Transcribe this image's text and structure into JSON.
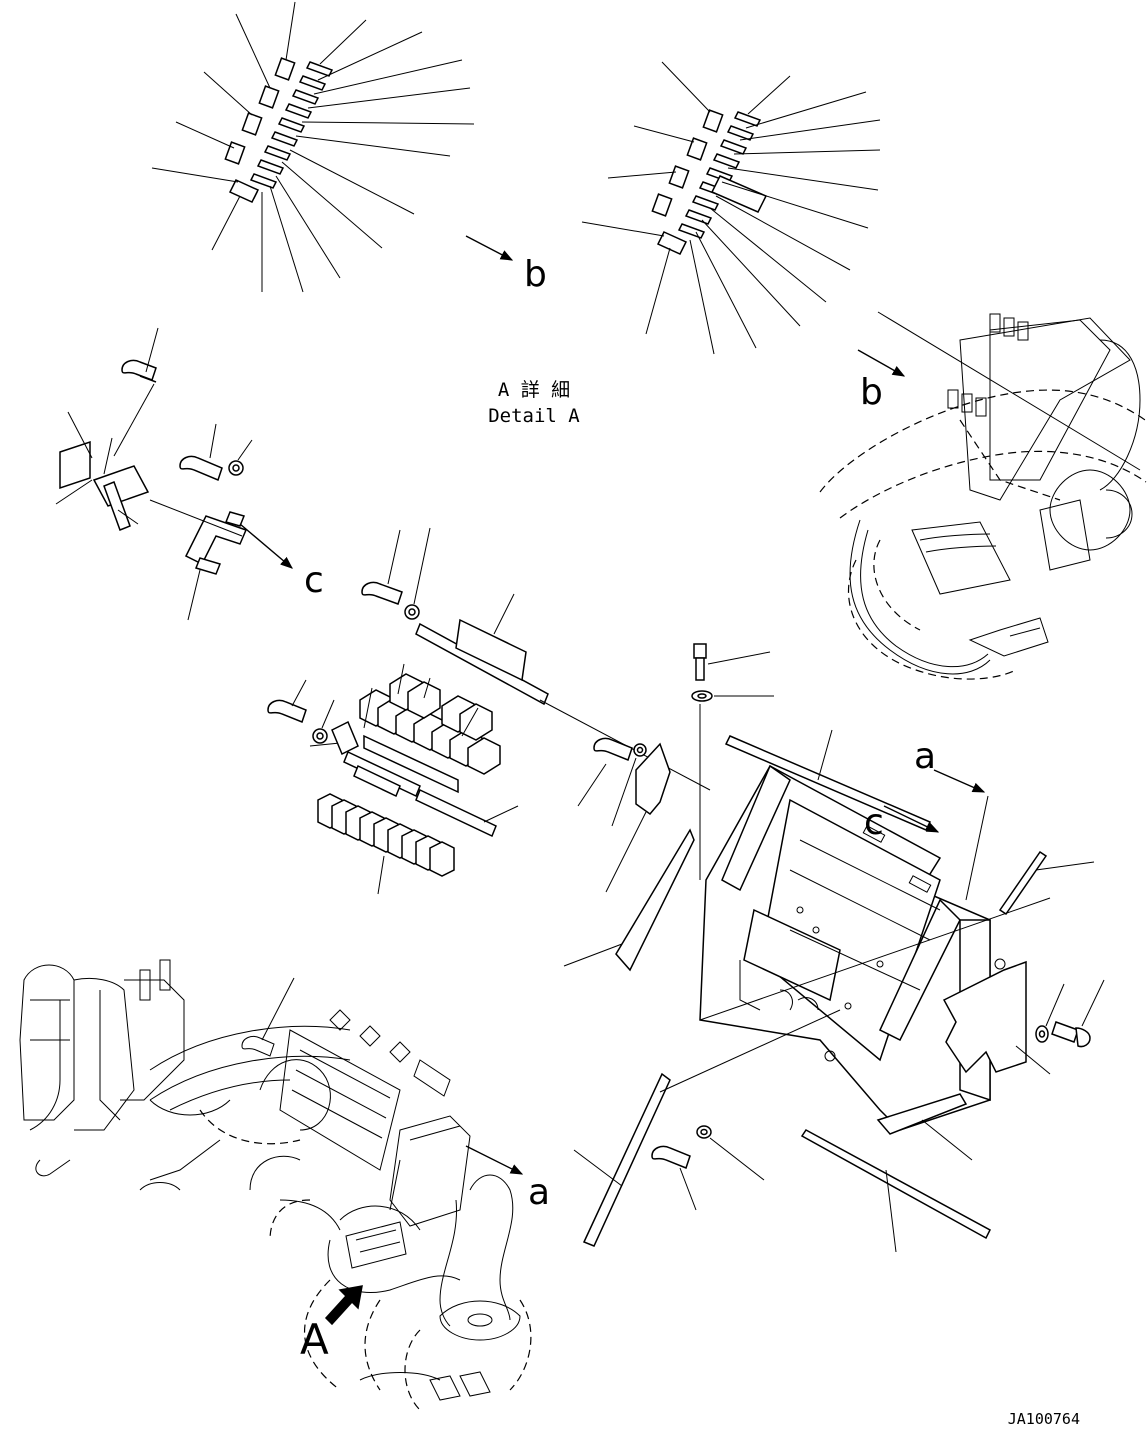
{
  "labels": {
    "detail_jp": "A 詳 細",
    "detail_en": "Detail A",
    "view_b_top": "b",
    "view_b_right": "b",
    "view_c_left": "c",
    "view_c_right": "c",
    "view_a_right": "a",
    "view_a_bottom": "a",
    "view_A": "A",
    "drawing_number": "JA100764"
  }
}
